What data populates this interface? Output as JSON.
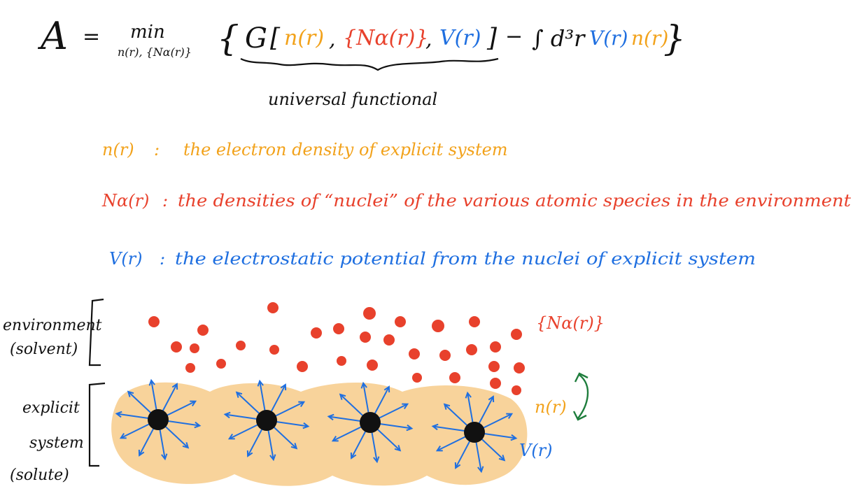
{
  "equation": {
    "lhs": "A",
    "equals": "=",
    "min_label": "min",
    "min_subscript": "n(r), {Nα(r)}",
    "open_brace": "{",
    "functional_G": "G",
    "open_bracket": "[",
    "arg_n": "n(r)",
    "comma1": ",",
    "arg_N": "{Nα(r)}",
    "comma2": ",",
    "arg_V": "V(r)",
    "close_bracket": "]",
    "minus": "−",
    "integral": "∫ d³r",
    "integrand_V": "V(r)",
    "integrand_n": "n(r)",
    "close_brace": "}",
    "underbrace_label": "universal functional"
  },
  "definitions": [
    {
      "symbol": "n(r)",
      "colon": ":",
      "text": "the electron density of explicit system",
      "color": "#f2a21b"
    },
    {
      "symbol": "Nα(r)",
      "colon": ":",
      "text": "the densities of “nuclei” of the various atomic species in the environment",
      "color": "#e8412c"
    },
    {
      "symbol": "V(r)",
      "colon": ":",
      "text": "the electrostatic potential from the nuclei of explicit system",
      "color": "#1f6fe0"
    }
  ],
  "figure": {
    "environment_label": "environment",
    "environment_sublabel": "(solvent)",
    "explicit_label": "explicit",
    "explicit_label2": "system",
    "explicit_sublabel": "(solute)",
    "nuclei_label": "{Nα(r)}",
    "density_label": "n(r)",
    "potential_label": "V(r)"
  },
  "colors": {
    "black": "#111111",
    "orange": "#f2a21b",
    "red": "#e8412c",
    "blue": "#1f6fe0",
    "green": "#1e7d3c",
    "density_fill": "#f8d39b"
  }
}
